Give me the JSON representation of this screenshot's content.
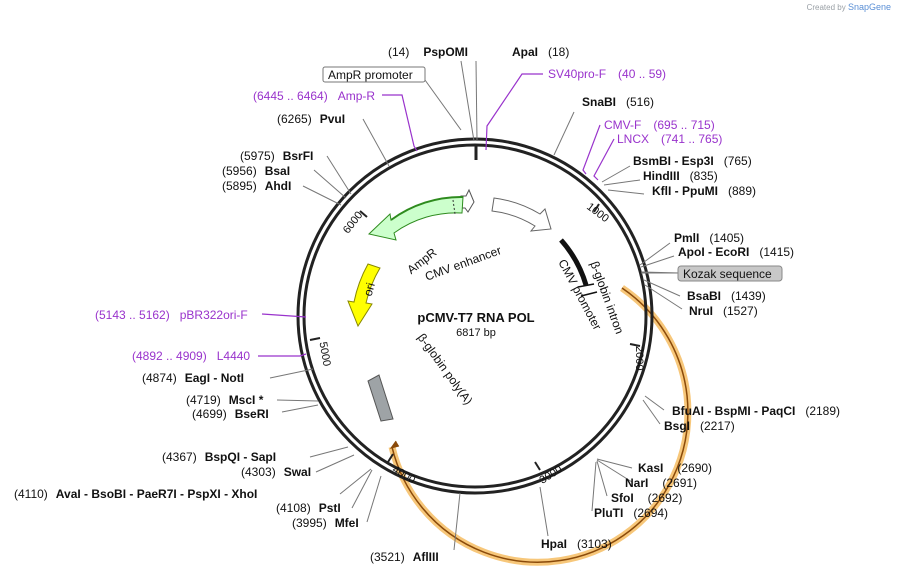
{
  "brand": {
    "created_by": "Created by",
    "product": "SnapGene"
  },
  "plasmid": {
    "name": "pCMV-T7 RNA POL",
    "size": "6817 bp"
  },
  "ruler": [
    "1000",
    "2000",
    "3000",
    "4000",
    "5000",
    "6000"
  ],
  "sites": [
    {
      "pos": "(14)",
      "name": "PspOMI"
    },
    {
      "pos": "(18)",
      "name": "ApaI"
    },
    {
      "pos": "(516)",
      "name": "SnaBI"
    },
    {
      "pos": "(765)",
      "name": "BsmBI - Esp3I"
    },
    {
      "pos": "(835)",
      "name": "HindIII"
    },
    {
      "pos": "(889)",
      "name": "KflI - PpuMI"
    },
    {
      "pos": "(1405)",
      "name": "PmlI"
    },
    {
      "pos": "(1415)",
      "name": "ApoI - EcoRI"
    },
    {
      "pos": "(1439)",
      "name": "BsaBI"
    },
    {
      "pos": "(1527)",
      "name": "NruI"
    },
    {
      "pos": "(2189)",
      "name": "BfuAI - BspMI - PaqCI"
    },
    {
      "pos": "(2217)",
      "name": "BsgI"
    },
    {
      "pos": "(2690)",
      "name": "KasI"
    },
    {
      "pos": "(2691)",
      "name": "NarI"
    },
    {
      "pos": "(2692)",
      "name": "SfoI"
    },
    {
      "pos": "(2694)",
      "name": "PluTI"
    },
    {
      "pos": "(3103)",
      "name": "HpaI"
    },
    {
      "pos": "(3521)",
      "name": "AflIII"
    },
    {
      "pos": "(3995)",
      "name": "MfeI"
    },
    {
      "pos": "(4108)",
      "name": "PstI"
    },
    {
      "pos": "(4110)",
      "name": "AvaI - BsoBI - PaeR7I - PspXI - XhoI"
    },
    {
      "pos": "(4303)",
      "name": "SwaI"
    },
    {
      "pos": "(4367)",
      "name": "BspQI - SapI"
    },
    {
      "pos": "(4699)",
      "name": "BseRI"
    },
    {
      "pos": "(4719)",
      "name": "MscI *"
    },
    {
      "pos": "(4874)",
      "name": "EagI - NotI"
    },
    {
      "pos": "(5895)",
      "name": "AhdI"
    },
    {
      "pos": "(5956)",
      "name": "BsaI"
    },
    {
      "pos": "(5975)",
      "name": "BsrFI"
    },
    {
      "pos": "(6265)",
      "name": "PvuI"
    }
  ],
  "primers": [
    {
      "name": "SV40pro-F",
      "range": "(40 .. 59)"
    },
    {
      "name": "CMV-F",
      "range": "(695 .. 715)"
    },
    {
      "name": "LNCX",
      "range": "(741 .. 765)"
    },
    {
      "name": "pBR322ori-F",
      "range": "(5143 .. 5162)"
    },
    {
      "name": "L4440",
      "range": "(4892 .. 4909)"
    },
    {
      "name": "Amp-R",
      "range": "(6445 .. 6464)"
    }
  ],
  "boxed": {
    "amp_promoter": "AmpR promoter",
    "kozak": "Kozak sequence"
  },
  "features": {
    "ampr": "AmpR",
    "cmv_enhancer": "CMV enhancer",
    "cmv_promoter": "CMV promoter",
    "globin_intron": "β-globin intron",
    "ori": "ori",
    "globin_polya": "β-globin poly(A)"
  },
  "colors": {
    "backbone": "#222222",
    "primer": "#9933cc",
    "ampr_fill": "#ccffcc",
    "ampr_edge": "#2e8b1e",
    "ori_fill": "#ffff00",
    "orf_glow": "#f7c77a",
    "orf_line": "#8a4a0a",
    "polya_fill": "#9ea3a6",
    "kozak_fill": "#c8c8c8"
  }
}
